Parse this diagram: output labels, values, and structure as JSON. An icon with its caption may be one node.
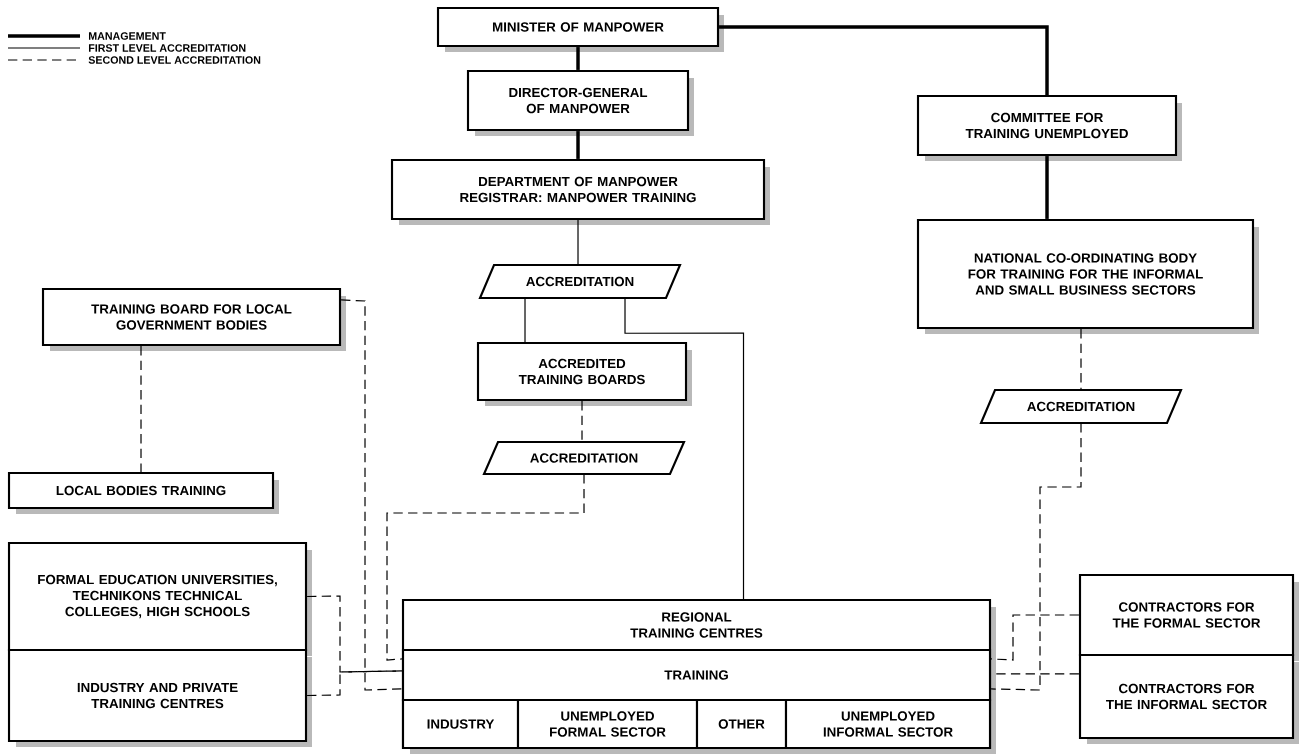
{
  "diagram": {
    "nodes": [
      {
        "text": [
          "MINISTER OF MANPOWER"
        ]
      },
      {
        "text": [
          "DIRECTOR-GENERAL OF MANPOWER"
        ]
      },
      {
        "text": [
          "DEPARTMENT OF MANPOWER REGISTRAR: MANPOWER TRAINING"
        ]
      },
      {
        "text": [
          "ACCREDITATION"
        ]
      },
      {
        "text": [
          "ACCREDITED TRAINING BOARDS"
        ]
      },
      {
        "text": [
          "ACCREDITATION"
        ]
      },
      {
        "text": [
          "COMMITTEE FOR TRAINING UNEMPLOYED"
        ]
      },
      {
        "text": [
          "NATIONAL CO-ORDINATING BODY FOR TRAINING FOR THE INFORMAL AND SMALL BUSINESS SECTORS"
        ]
      },
      {
        "text": [
          "ACCREDITATION"
        ]
      },
      {
        "text": [
          "TRAINING BOARD FOR LOCAL GOVERNMENT BODIES"
        ]
      },
      {
        "text": [
          "LOCAL BODIES TRAINING"
        ]
      },
      {
        "text": [
          "FORMAL EDUCATION UNIVERSITIES, TECHNIKONS TECHNICAL COLLEGES, HIGH SCHOOLS"
        ]
      },
      {
        "text": [
          "INDUSTRY AND PRIVATE TRAINING CENTRES"
        ]
      },
      {
        "text": [
          "REGIONAL TRAINING CENTRES"
        ]
      },
      {
        "text": [
          "TRAINING"
        ],
        "in": 13
      },
      {
        "text": [
          "INDUSTRY"
        ],
        "in": 13
      },
      {
        "text": [
          "UNEMPLOYED FORMAL SECTOR"
        ],
        "in": 13
      },
      {
        "text": [
          "OTHER"
        ],
        "in": 13
      },
      {
        "text": [
          "UNEMPLOYED INFORMAL SECTOR"
        ],
        "in": 13
      },
      {
        "text": [
          "CONTRACTORS FOR THE FORMAL SECTOR"
        ]
      },
      {
        "text": [
          "CONTRACTORS FOR THE INFORMAL SECTOR"
        ]
      }
    ],
    "edges": [
      {
        "from": 0,
        "to": 1,
        "arrow": "none",
        "style": "thick"
      },
      {
        "from": 1,
        "to": 2,
        "arrow": "none",
        "style": "thick"
      },
      {
        "from": 0,
        "to": 6,
        "arrow": "none",
        "style": "thick"
      },
      {
        "from": 6,
        "to": 7,
        "arrow": "none",
        "style": "thick"
      },
      {
        "from": 2,
        "to": 3,
        "arrow": "none"
      },
      {
        "from": 3,
        "to": 4,
        "arrow": "none"
      },
      {
        "from": 3,
        "to": 13,
        "arrow": "none"
      },
      {
        "from": 4,
        "to": 5,
        "arrow": "none",
        "style": "dashed"
      },
      {
        "from": 5,
        "to": 14,
        "arrow": "none",
        "style": "dashed"
      },
      {
        "from": 9,
        "to": 14,
        "arrow": "none",
        "style": "dashed"
      },
      {
        "from": 11,
        "to": 14,
        "arrow": "none",
        "style": "dashed"
      },
      {
        "from": 12,
        "to": 14,
        "arrow": "none",
        "style": "dashed"
      },
      {
        "from": 19,
        "to": 14,
        "arrow": "none",
        "style": "dashed"
      },
      {
        "from": 20,
        "to": 14,
        "arrow": "none",
        "style": "dashed"
      },
      {
        "from": 8,
        "to": 14,
        "arrow": "none",
        "style": "dashed"
      },
      {
        "from": 9,
        "to": 10,
        "arrow": "none",
        "style": "dashed"
      },
      {
        "from": 7,
        "to": 8,
        "arrow": "none",
        "style": "dashed"
      }
    ],
    "legend": [
      {
        "text": "MANAGEMENT"
      },
      {
        "text": "FIRST LEVEL ACCREDITATION"
      },
      {
        "text": "SECOND LEVEL ACCREDITATION"
      }
    ]
  }
}
